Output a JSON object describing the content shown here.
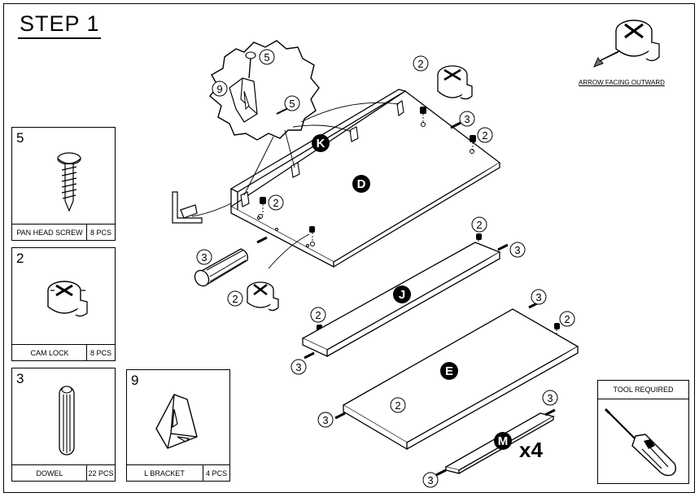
{
  "step": {
    "title": "STEP 1"
  },
  "orientation_note": "ARROW FACING OUTWARD",
  "parts": [
    {
      "number": "5",
      "name": "PAN HEAD SCREW",
      "qty": "8 PCS",
      "icon": "pan-head-screw-icon"
    },
    {
      "number": "2",
      "name": "CAM LOCK",
      "qty": "8 PCS",
      "icon": "cam-lock-icon"
    },
    {
      "number": "3",
      "name": "DOWEL",
      "qty": "22 PCS",
      "icon": "dowel-icon"
    },
    {
      "number": "9",
      "name": "L BRACKET",
      "qty": "4 PCS",
      "icon": "l-bracket-icon"
    }
  ],
  "tool": {
    "label": "TOOL REQUIRED",
    "icon": "screwdriver-icon"
  },
  "panels": {
    "d": "D",
    "j": "J",
    "e": "E",
    "m": "M",
    "k": "K"
  },
  "multiplier": "x4",
  "callouts": {
    "screw": "5",
    "cam_lock": "2",
    "dowel": "3",
    "bracket": "9"
  }
}
